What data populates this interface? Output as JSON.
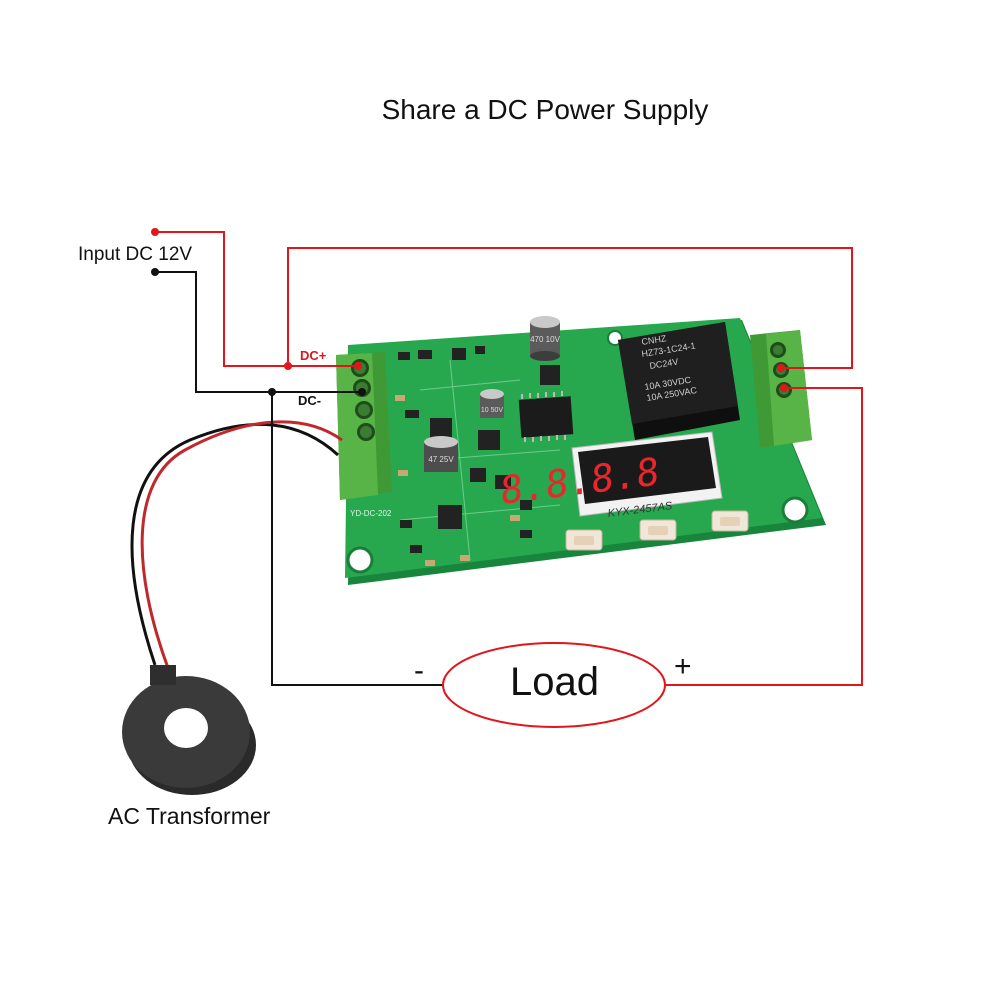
{
  "title": "Share a DC Power Supply",
  "input_label": "Input DC 12V",
  "dc_plus": "DC+",
  "dc_minus": "DC-",
  "load_label": "Load",
  "minus_sign": "-",
  "plus_sign": "+",
  "transformer_label": "AC Transformer",
  "board": {
    "relay_text": [
      "CNHZ",
      "HZ73-1C24-1",
      "DC24V",
      "10A 30VDC",
      "10A 250VAC"
    ],
    "display_digits": "8.8.8.8",
    "display_model": "KYX-2457AS",
    "cap1_text": "470 10V",
    "cap2_text": "47 25V",
    "cap3_text": "10 50V",
    "silk_board": "YD-DC-202"
  },
  "colors": {
    "wire_red": "#e0161b",
    "wire_black": "#111111",
    "pcb_green": "#1f9e4a",
    "terminal_green": "#4daa3f",
    "relay_black": "#1a1a1a",
    "display_red": "#e8262c"
  }
}
